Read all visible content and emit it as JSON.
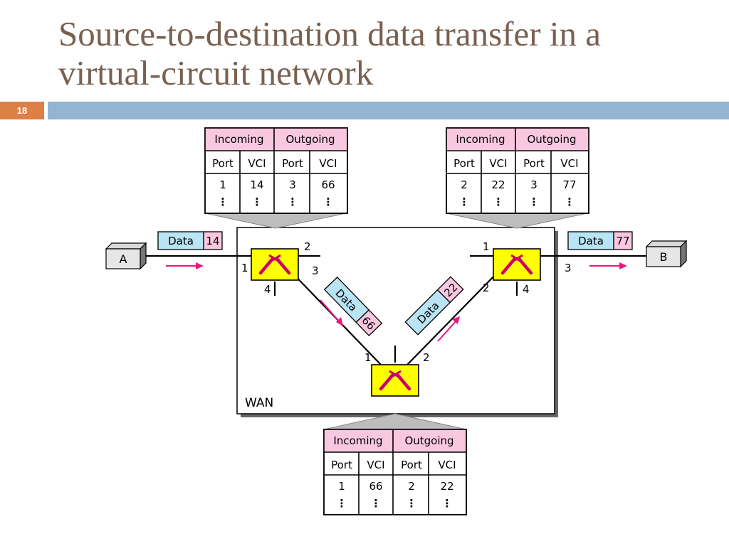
{
  "slide": {
    "title_line1": "Source-to-destination data transfer in a",
    "title_line2": "virtual-circuit network",
    "number": "18"
  },
  "colors": {
    "title": "#7a6050",
    "number_box": "#dd8046",
    "title_bar": "#93b5d4",
    "switch_fill": "#ffff00",
    "switch_symbol": "#cc0066",
    "table_header": "#f9c8e0",
    "data_label": "#b8e4f4",
    "vci_label": "#f9c8e0",
    "arrow": "#e8177c"
  },
  "network": {
    "wan_label": "WAN",
    "host_a": "A",
    "host_b": "B"
  },
  "frames": {
    "data_word": "Data",
    "a_to_s1_vci": "14",
    "s1_to_s3_vci": "66",
    "s3_to_s2_vci": "22",
    "s2_to_b_vci": "77"
  },
  "ports": {
    "s1": {
      "p1": "1",
      "p2": "2",
      "p3": "3",
      "p4": "4"
    },
    "s2": {
      "p1": "1",
      "p2": "2",
      "p3": "3",
      "p4": "4"
    },
    "s3": {
      "p1": "1",
      "p2": "2"
    }
  },
  "tables": {
    "header_incoming": "Incoming",
    "header_outgoing": "Outgoing",
    "col_port": "Port",
    "col_vci": "VCI",
    "ellipsis": "⋮",
    "left": {
      "in_port": "1",
      "in_vci": "14",
      "out_port": "3",
      "out_vci": "66"
    },
    "right": {
      "in_port": "2",
      "in_vci": "22",
      "out_port": "3",
      "out_vci": "77"
    },
    "bottom": {
      "in_port": "1",
      "in_vci": "66",
      "out_port": "2",
      "out_vci": "22"
    }
  }
}
